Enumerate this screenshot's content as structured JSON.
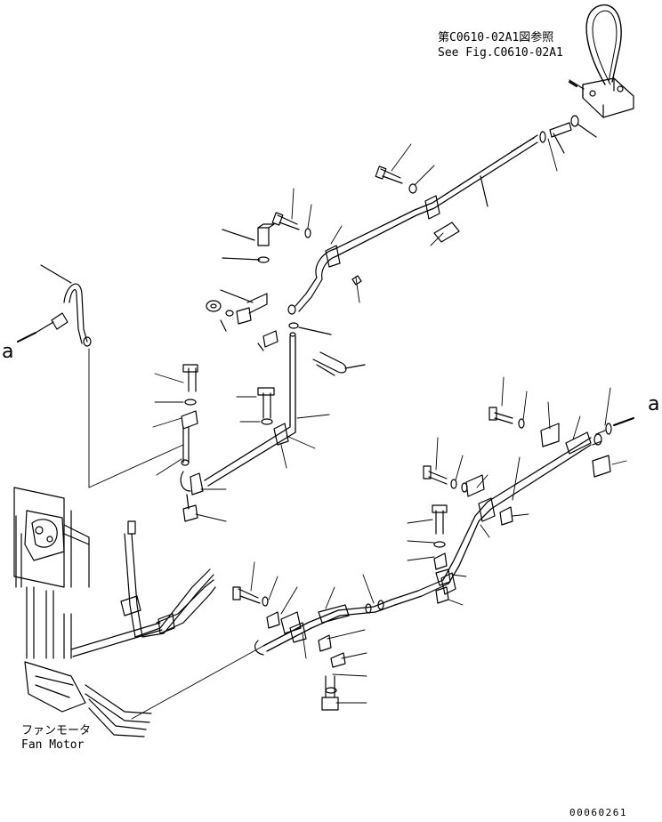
{
  "reference": {
    "ja": "第C0610-02A1図参照",
    "en": "See Fig.C0610-02A1"
  },
  "fan_motor": {
    "ja": "ファンモータ",
    "en": "Fan Motor"
  },
  "connection_marks": {
    "left": "a",
    "right": "a"
  },
  "drawing_number": "00060261",
  "colors": {
    "line": "#000000",
    "background": "#ffffff"
  }
}
